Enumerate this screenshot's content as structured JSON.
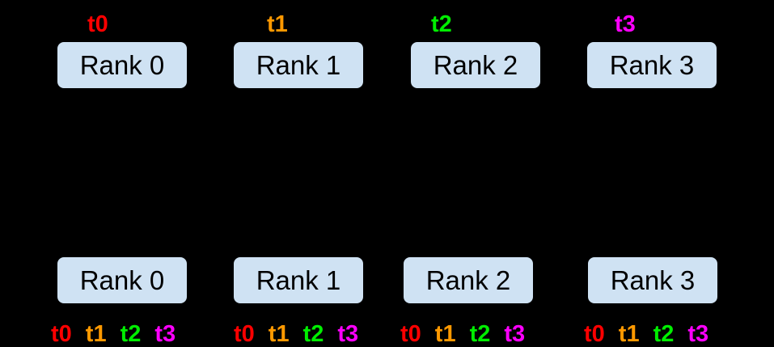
{
  "background_color": "#000000",
  "box_style": {
    "fill": "#cfe2f3",
    "text_color": "#000000"
  },
  "top_row": {
    "items": [
      {
        "tensor": "t0",
        "tensor_color": "#ff0000",
        "rank": "Rank 0"
      },
      {
        "tensor": "t1",
        "tensor_color": "#ff9900",
        "rank": "Rank 1"
      },
      {
        "tensor": "t2",
        "tensor_color": "#00ee00",
        "rank": "Rank 2"
      },
      {
        "tensor": "t3",
        "tensor_color": "#ff00ff",
        "rank": "Rank 3"
      }
    ]
  },
  "bottom_row": {
    "items": [
      {
        "rank": "Rank 0",
        "tensors": [
          {
            "label": "t0",
            "color": "#ff0000"
          },
          {
            "label": "t1",
            "color": "#ff9900"
          },
          {
            "label": "t2",
            "color": "#00ee00"
          },
          {
            "label": "t3",
            "color": "#ff00ff"
          }
        ]
      },
      {
        "rank": "Rank 1",
        "tensors": [
          {
            "label": "t0",
            "color": "#ff0000"
          },
          {
            "label": "t1",
            "color": "#ff9900"
          },
          {
            "label": "t2",
            "color": "#00ee00"
          },
          {
            "label": "t3",
            "color": "#ff00ff"
          }
        ]
      },
      {
        "rank": "Rank 2",
        "tensors": [
          {
            "label": "t0",
            "color": "#ff0000"
          },
          {
            "label": "t1",
            "color": "#ff9900"
          },
          {
            "label": "t2",
            "color": "#00ee00"
          },
          {
            "label": "t3",
            "color": "#ff00ff"
          }
        ]
      },
      {
        "rank": "Rank 3",
        "tensors": [
          {
            "label": "t0",
            "color": "#ff0000"
          },
          {
            "label": "t1",
            "color": "#ff9900"
          },
          {
            "label": "t2",
            "color": "#00ee00"
          },
          {
            "label": "t3",
            "color": "#ff00ff"
          }
        ]
      }
    ]
  }
}
